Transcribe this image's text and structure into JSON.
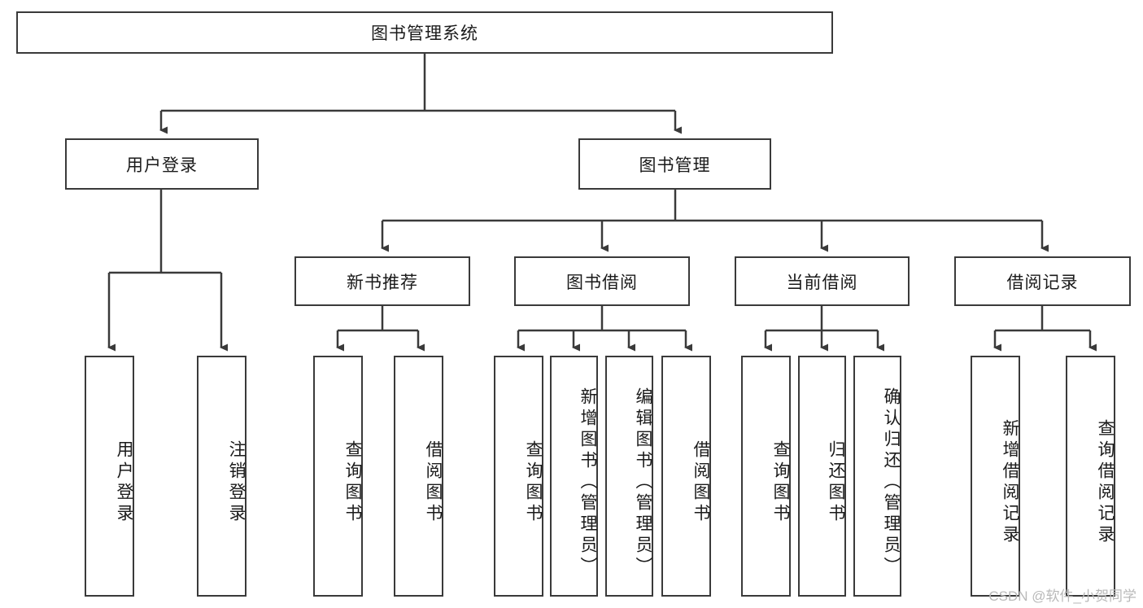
{
  "diagram": {
    "title": "图书管理系统",
    "watermark": "CSDN @软件_小贺同学",
    "colors": {
      "border": "#3a3a3a",
      "background": "#ffffff",
      "text": "#1a1a1a",
      "connector": "#3a3a3a",
      "watermark": "#b9b9b9"
    },
    "root": {
      "label": "图书管理系统"
    },
    "level2": [
      {
        "label": "用户登录"
      },
      {
        "label": "图书管理"
      }
    ],
    "level3": [
      {
        "label": "新书推荐"
      },
      {
        "label": "图书借阅"
      },
      {
        "label": "当前借阅"
      },
      {
        "label": "借阅记录"
      }
    ],
    "leaves": {
      "user_login": [
        {
          "label": "用户登录"
        },
        {
          "label": "注销登录"
        }
      ],
      "new_book": [
        {
          "label": "查询图书"
        },
        {
          "label": "借阅图书"
        }
      ],
      "book_borrow": [
        {
          "label": "查询图书"
        },
        {
          "label": "新增图书（管理员）"
        },
        {
          "label": "编辑图书（管理员）"
        },
        {
          "label": "借阅图书"
        }
      ],
      "current_borrow": [
        {
          "label": "查询图书"
        },
        {
          "label": "归还图书"
        },
        {
          "label": "确认归还（管理员）"
        }
      ],
      "borrow_record": [
        {
          "label": "新增借阅记录"
        },
        {
          "label": "查询借阅记录"
        }
      ]
    }
  }
}
